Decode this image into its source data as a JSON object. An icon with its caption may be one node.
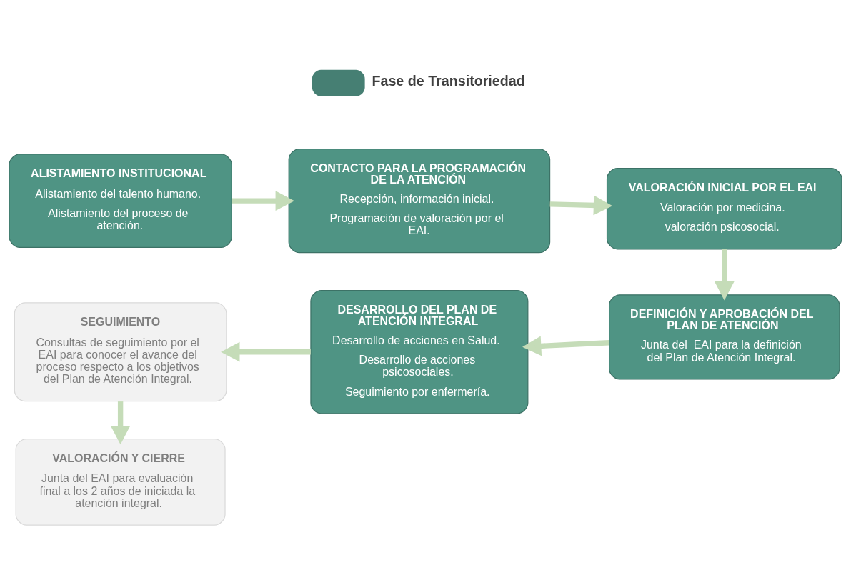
{
  "diagram": {
    "nodes": [
      {
        "text": [
          "ALISTAMIENTO INSTITUCIONAL",
          "Alistamiento del talento humano.",
          "Alistamiento del proceso de atención."
        ]
      },
      {
        "text": [
          "CONTACTO PARA LA PROGRAMACIÓN DE LA ATENCIÓN",
          "Recepción, información inicial.",
          "Programación de valoración por el EAI."
        ]
      },
      {
        "text": [
          "VALORACIÓN INICIAL POR EL EAI",
          "Valoración por medicina.",
          "valoración psicosocial."
        ]
      },
      {
        "text": [
          "DEFINICIÓN Y APROBACIÓN DEL PLAN DE ATENCIÓN",
          "Junta del  EAI para la definición del Plan de Atención Integral."
        ]
      },
      {
        "text": [
          "DESARROLLO DEL PLAN DE ATENCIÓN INTEGRAL",
          "Desarrollo de acciones en Salud.",
          "Desarrollo de acciones psicosociales.",
          "Seguimiento por enfermería."
        ]
      },
      {
        "text": [
          "SEGUIMIENTO",
          "Consultas de seguimiento por el EAI para conocer el avance del proceso respecto a los objetivos del Plan de Atención Integral."
        ]
      },
      {
        "text": [
          "VALORACIÓN Y CIERRE",
          "Junta del EAI para evaluación final a los 2 años de iniciada la atención integral."
        ]
      }
    ],
    "edges": [
      {
        "from": 0,
        "to": 1,
        "arrow": "to"
      },
      {
        "from": 1,
        "to": 2,
        "arrow": "to"
      },
      {
        "from": 2,
        "to": 3,
        "arrow": "to"
      },
      {
        "from": 3,
        "to": 4,
        "arrow": "to"
      },
      {
        "from": 4,
        "to": 5,
        "arrow": "to"
      },
      {
        "from": 5,
        "to": 6,
        "arrow": "to"
      }
    ],
    "legend": [
      {
        "text": "Fase de Transitoriedad",
        "color": "#467f73"
      }
    ]
  }
}
